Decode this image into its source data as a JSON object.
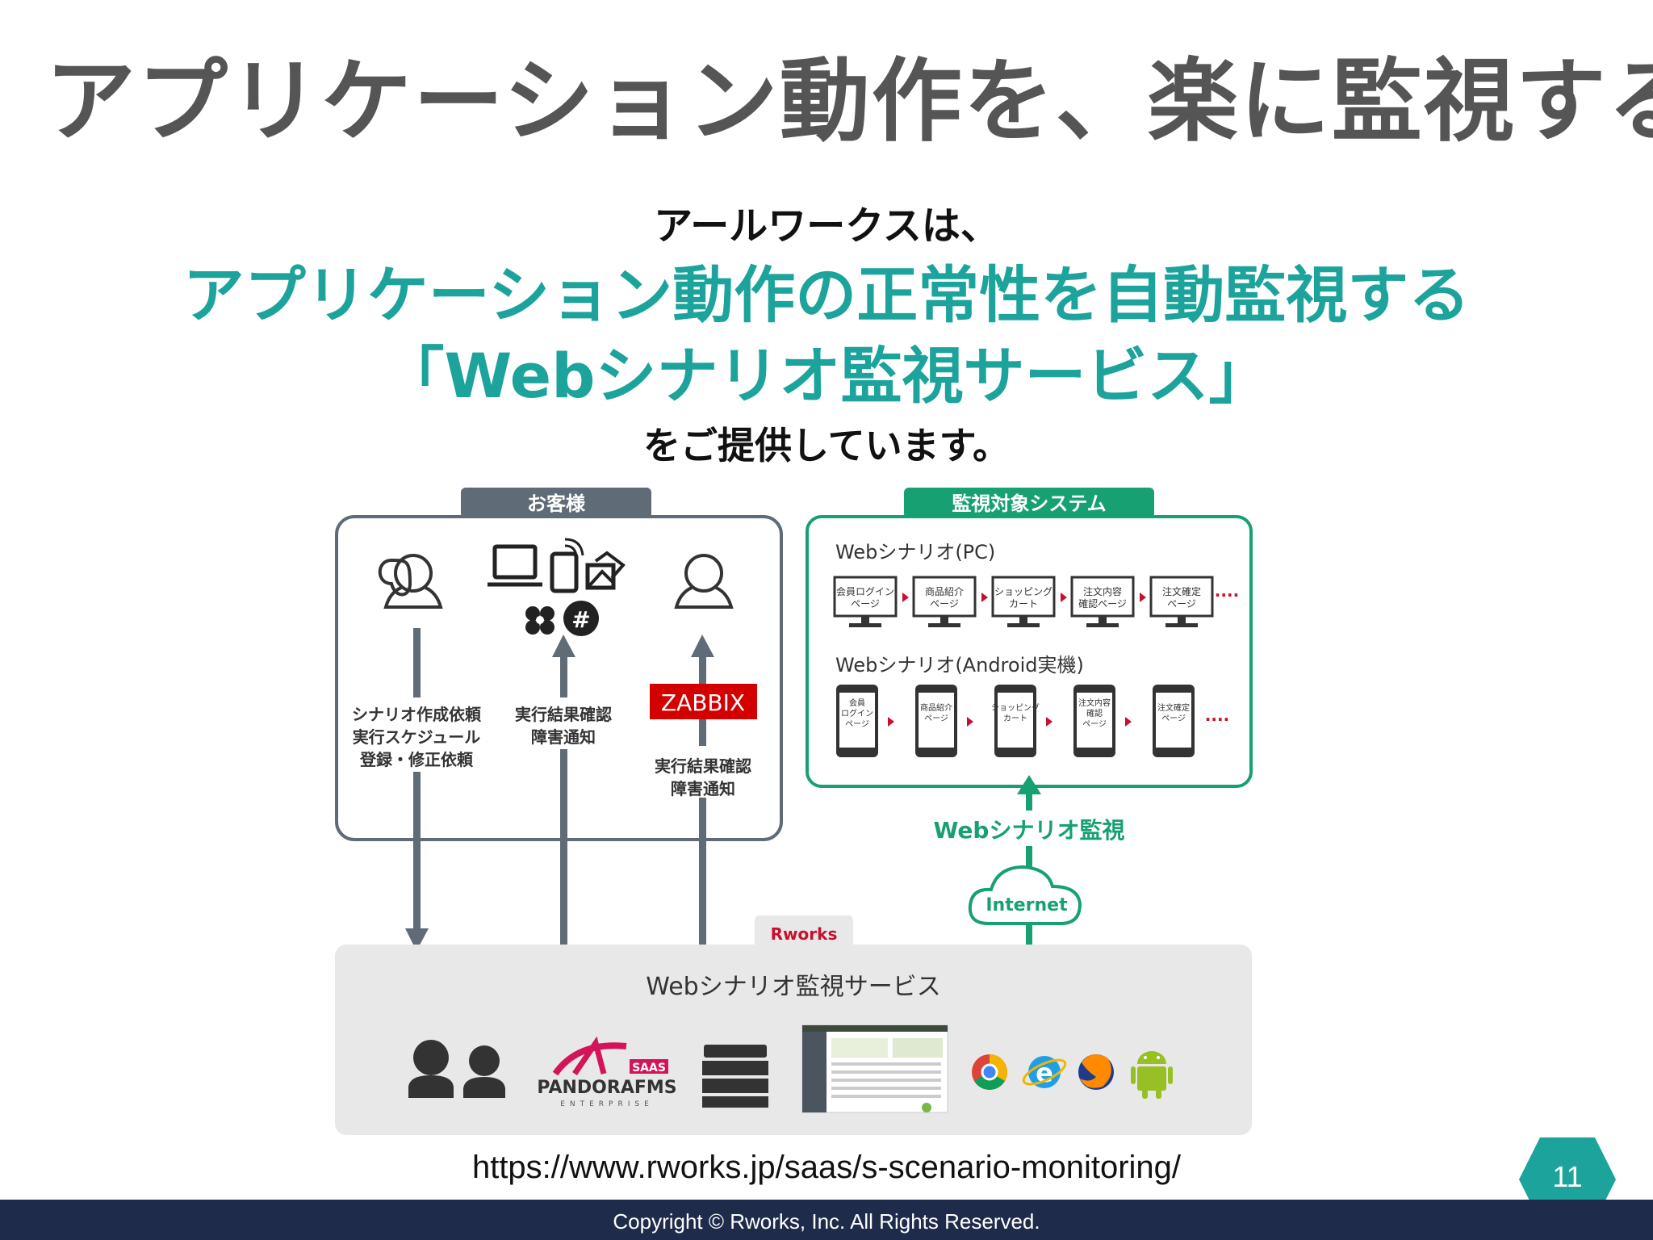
{
  "slide": {
    "title": "アプリケーション動作を、楽に監視する",
    "intro": "アールワークスは、",
    "headline_line1": "アプリケーション動作の正常性を自動監視する",
    "headline_line2": "「Webシナリオ監視サービス」",
    "outro": "をご提供しています。",
    "url": "https://www.rworks.jp/saas/s-scenario-monitoring/",
    "copyright": "Copyright © Rworks, Inc. All Rights Reserved.",
    "page_number": "11"
  },
  "diagram": {
    "customer_tab": "お客様",
    "target_tab": "監視対象システム",
    "request_lines": [
      "シナリオ作成依頼",
      "実行スケジュール",
      "登録・修正依頼"
    ],
    "result_lines": [
      "実行結果確認",
      "障害通知"
    ],
    "zabbix_label": "ZABBIX",
    "zabbix_lines": [
      "実行結果確認",
      "障害通知"
    ],
    "pc_title": "Webシナリオ(PC)",
    "android_title": "Webシナリオ(Android実機)",
    "steps": [
      [
        "会員ログイン",
        "ページ"
      ],
      [
        "商品紹介",
        "ページ"
      ],
      [
        "ショッピング",
        "カート"
      ],
      [
        "注文内容",
        "確認ページ"
      ],
      [
        "注文確定",
        "ページ"
      ]
    ],
    "android_steps": [
      [
        "会員",
        "ログイン",
        "ページ"
      ],
      [
        "商品紹介",
        "ページ"
      ],
      [
        "ショッピング",
        "カート"
      ],
      [
        "注文内容",
        "確認",
        "ページ"
      ],
      [
        "注文確定",
        "ページ"
      ]
    ],
    "ellipsis": "····",
    "monitor_label": "Webシナリオ監視",
    "internet_label": "Internet",
    "rworks_logo": "Rworks",
    "service_title": "Webシナリオ監視サービス",
    "pandora_saas": "SAAS",
    "pandora_name": "PANDORAFMS",
    "pandora_sub": "ENTERPRISE",
    "colors": {
      "teal": "#1ba39c",
      "green": "#17a072",
      "gray": "#5f6b77",
      "zabbix": "#d40000",
      "pandora": "#d4145a",
      "navy": "#1e2b4a"
    }
  }
}
